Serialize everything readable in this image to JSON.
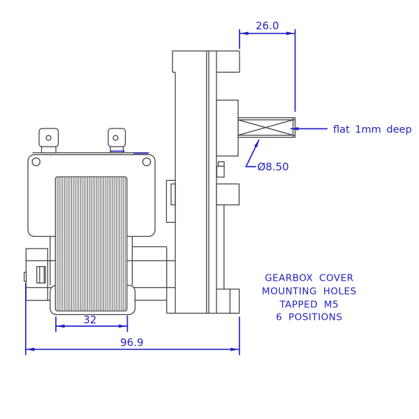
{
  "drawing": {
    "title": "gear motor side view technical drawing",
    "colors": {
      "line": "#3d3d3d",
      "annotation": "#2222c4",
      "background": "#ffffff"
    },
    "dimensions": {
      "shaft_length": {
        "label": "26.0"
      },
      "shaft_flat_note": {
        "label": "flat 1mm deep"
      },
      "shaft_diameter": {
        "label": "Ø8.50"
      },
      "stack_width": {
        "label": "32"
      },
      "overall_length": {
        "label": "96.9"
      }
    },
    "notes": {
      "gearbox_note": {
        "line1": "GEARBOX COVER",
        "line2": "MOUNTING HOLES",
        "line3": "TAPPED M5",
        "line4": "6 POSITIONS"
      }
    }
  }
}
